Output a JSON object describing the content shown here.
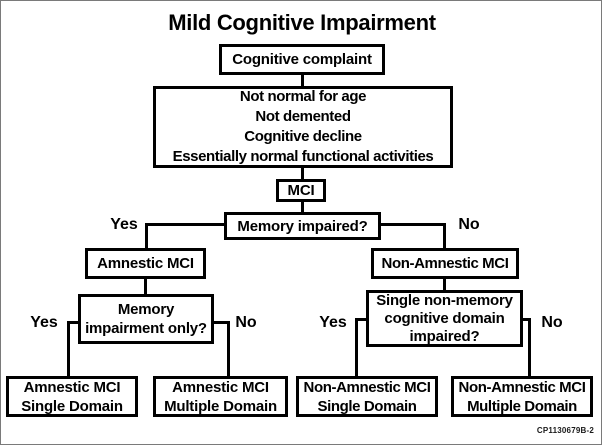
{
  "figure": {
    "title": "Mild Cognitive Impairment",
    "code": "CP1130679B-2"
  },
  "colors": {
    "ink": "#000000",
    "background": "#ffffff"
  },
  "labels": {
    "yes": "Yes",
    "no": "No"
  },
  "nodes": {
    "cognitive_complaint": "Cognitive complaint",
    "criteria": [
      "Not normal for age",
      "Not demented",
      "Cognitive decline",
      "Essentially normal functional activities"
    ],
    "mci": "MCI",
    "memory_impaired": "Memory impaired?",
    "amnestic": "Amnestic MCI",
    "non_amnestic": "Non-Amnestic MCI",
    "memory_impairment_only": [
      "Memory",
      "impairment only?"
    ],
    "single_non_memory": [
      "Single non-memory",
      "cognitive domain",
      "impaired?"
    ],
    "amnestic_single": [
      "Amnestic MCI",
      "Single Domain"
    ],
    "amnestic_multiple": [
      "Amnestic MCI",
      "Multiple Domain"
    ],
    "non_amnestic_single": [
      "Non-Amnestic MCI",
      "Single Domain"
    ],
    "non_amnestic_multiple": [
      "Non-Amnestic MCI",
      "Multiple Domain"
    ]
  }
}
